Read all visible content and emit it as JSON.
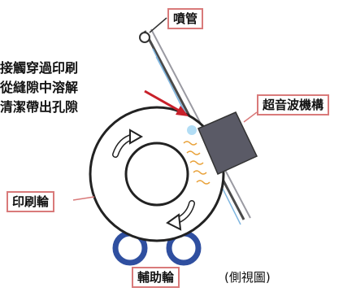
{
  "labels": {
    "nozzle": "噴管",
    "ultrasonic": "超音波機構",
    "print_wheel": "印刷輪",
    "aux_wheel": "輔助輪",
    "side_view": "(側視圖)"
  },
  "note_lines": [
    "接觸穿過印刷",
    "從縫隙中溶解",
    "清潔帶出孔隙"
  ],
  "colors": {
    "label_border": "#d97a7a",
    "arrow_red": "#c8202a",
    "aux_wheel": "#2f4fa0",
    "ultrasonic_block": "#5a5a66",
    "belt": "#4a4a4a",
    "spray": "#7fb6e0",
    "waves": "#e9a23a"
  }
}
